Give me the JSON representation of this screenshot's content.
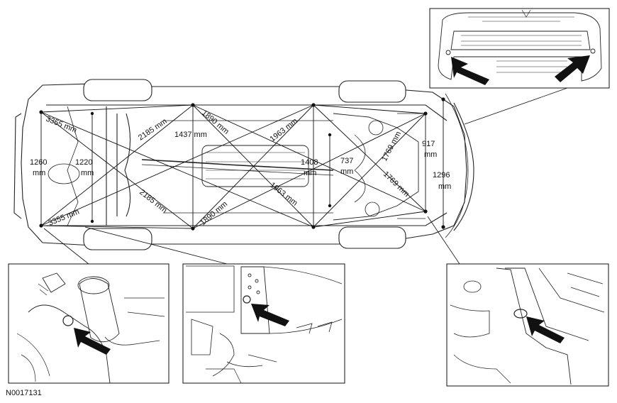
{
  "figure_id": "N0017131",
  "dimensions": {
    "rear_diag_top": "3355 mm",
    "rear_diag_bottom": "3355 mm",
    "rear_width": "1260",
    "rear_width_unit": "mm",
    "rear_inner_width": "1220",
    "rear_inner_width_unit": "mm",
    "mid_diag_top": "2185 mm",
    "mid_diag_bottom": "2185 mm",
    "mid_span": "1437 mm",
    "long_diag_top": "1890 mm",
    "long_diag_bottom": "1890 mm",
    "cross_diag_top": "1963 mm",
    "cross_diag_bottom": "1963 mm",
    "front_width": "1408",
    "front_width_unit": "mm",
    "front_inner_width": "737",
    "front_inner_width_unit": "mm",
    "front_diag_top": "1769 mm",
    "front_diag_bottom": "1769 mm",
    "bumper_inner": "917",
    "bumper_inner_unit": "mm",
    "bumper_width": "1296",
    "bumper_width_unit": "mm"
  },
  "insets": [
    "rear-left-detail",
    "center-floor-detail",
    "front-right-detail",
    "front-bumper-detail"
  ]
}
